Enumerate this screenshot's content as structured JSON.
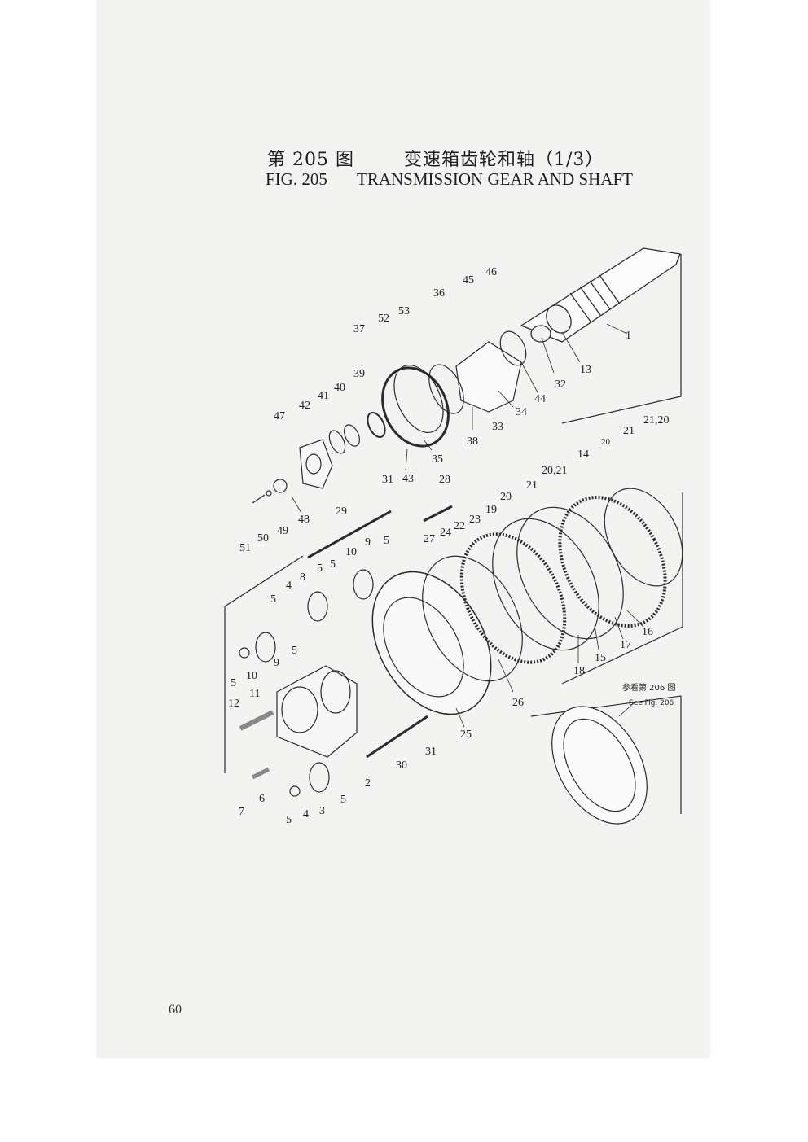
{
  "header": {
    "fig_cn": "第 205 图",
    "title_cn": "变速箱齿轮和轴（1/3）",
    "fig_en": "FIG. 205",
    "title_en": "TRANSMISSION GEAR AND SHAFT"
  },
  "note": {
    "cn": "参看第 206 图",
    "en": "See Fig. 206"
  },
  "callouts": [
    "1",
    "2",
    "3",
    "4",
    "5",
    "6",
    "7",
    "8",
    "9",
    "10",
    "11",
    "12",
    "13",
    "14",
    "15",
    "16",
    "17",
    "18",
    "19",
    "20",
    "21",
    "22",
    "23",
    "24",
    "25",
    "26",
    "27",
    "28",
    "29",
    "30",
    "31",
    "32",
    "33",
    "34",
    "35",
    "36",
    "37",
    "38",
    "39",
    "40",
    "41",
    "42",
    "43",
    "44",
    "45",
    "46",
    "47",
    "48",
    "49",
    "50",
    "51",
    "52",
    "53",
    "20,21",
    "21,20"
  ],
  "page_number": "60"
}
